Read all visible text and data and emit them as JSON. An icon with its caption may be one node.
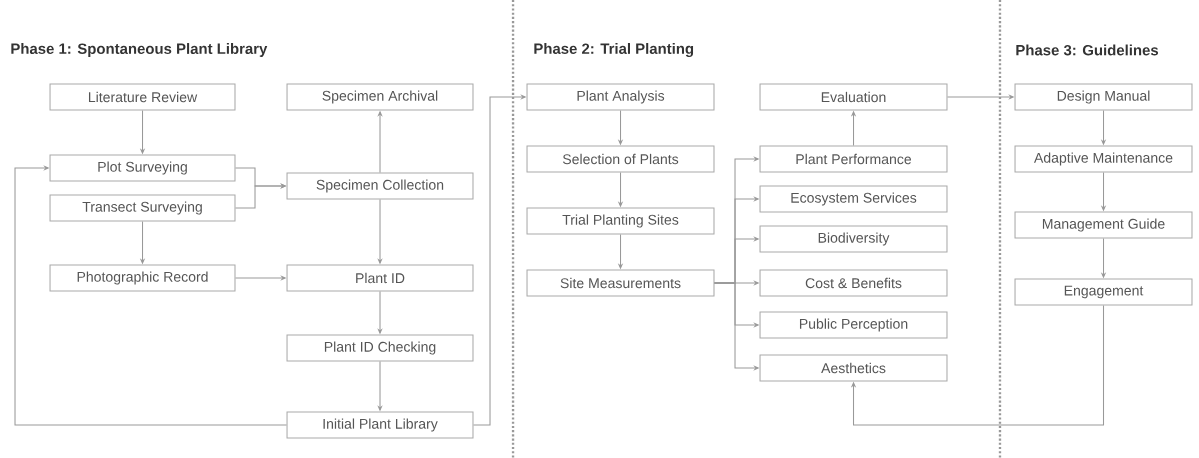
{
  "diagram": {
    "nodes": [
      {
        "text": [
          "Literature Review"
        ]
      },
      {
        "text": [
          "Plot Surveying"
        ]
      },
      {
        "text": [
          "Transect Surveying"
        ]
      },
      {
        "text": [
          "Photographic Record"
        ]
      },
      {
        "text": [
          "Specimen Archival"
        ]
      },
      {
        "text": [
          "Specimen Collection"
        ]
      },
      {
        "text": [
          "Plant ID"
        ]
      },
      {
        "text": [
          "Plant ID Checking"
        ]
      },
      {
        "text": [
          "Initial Plant Library"
        ]
      },
      {
        "text": [
          "Plant Analysis"
        ]
      },
      {
        "text": [
          "Selection of Plants"
        ]
      },
      {
        "text": [
          "Trial Planting Sites"
        ]
      },
      {
        "text": [
          "Site Measurements"
        ]
      },
      {
        "text": [
          "Evaluation"
        ]
      },
      {
        "text": [
          "Plant Performance"
        ]
      },
      {
        "text": [
          "Ecosystem Services"
        ]
      },
      {
        "text": [
          "Biodiversity"
        ]
      },
      {
        "text": [
          "Cost & Benefits"
        ]
      },
      {
        "text": [
          "Public Perception"
        ]
      },
      {
        "text": [
          "Aesthetics"
        ]
      },
      {
        "text": [
          "Design Manual"
        ]
      },
      {
        "text": [
          "Adaptive Maintenance"
        ]
      },
      {
        "text": [
          "Management Guide"
        ]
      },
      {
        "text": [
          "Engagement"
        ]
      }
    ],
    "edges": [
      {
        "from": 0,
        "to": 1,
        "arrow": "to"
      },
      {
        "from": 1,
        "to": 5,
        "arrow": "to"
      },
      {
        "from": 2,
        "to": 5,
        "arrow": "to"
      },
      {
        "from": 2,
        "to": 3,
        "arrow": "to"
      },
      {
        "from": 3,
        "to": 6,
        "arrow": "to"
      },
      {
        "from": 5,
        "to": 4,
        "arrow": "to"
      },
      {
        "from": 5,
        "to": 6,
        "arrow": "to"
      },
      {
        "from": 6,
        "to": 7,
        "arrow": "to"
      },
      {
        "from": 7,
        "to": 8,
        "arrow": "to"
      },
      {
        "from": 8,
        "to": 1,
        "arrow": "to"
      },
      {
        "from": 8,
        "to": 9,
        "arrow": "to"
      },
      {
        "from": 9,
        "to": 10,
        "arrow": "to"
      },
      {
        "from": 10,
        "to": 11,
        "arrow": "to"
      },
      {
        "from": 11,
        "to": 12,
        "arrow": "to"
      },
      {
        "from": 12,
        "to": 14,
        "arrow": "to"
      },
      {
        "from": 12,
        "to": 15,
        "arrow": "to"
      },
      {
        "from": 12,
        "to": 16,
        "arrow": "to"
      },
      {
        "from": 12,
        "to": 17,
        "arrow": "to"
      },
      {
        "from": 12,
        "to": 18,
        "arrow": "to"
      },
      {
        "from": 12,
        "to": 19,
        "arrow": "to"
      },
      {
        "from": 14,
        "to": 13,
        "arrow": "to"
      },
      {
        "from": 13,
        "to": 20,
        "arrow": "to"
      },
      {
        "from": 20,
        "to": 21,
        "arrow": "to"
      },
      {
        "from": 21,
        "to": 22,
        "arrow": "to"
      },
      {
        "from": 22,
        "to": 23,
        "arrow": "to"
      },
      {
        "from": 23,
        "to": 19,
        "arrow": "to"
      }
    ],
    "labels": [
      "Phase 1: Spontaneous Plant Library",
      "Phase 2: Trial Planting",
      "Phase 3: Guidelines"
    ]
  }
}
